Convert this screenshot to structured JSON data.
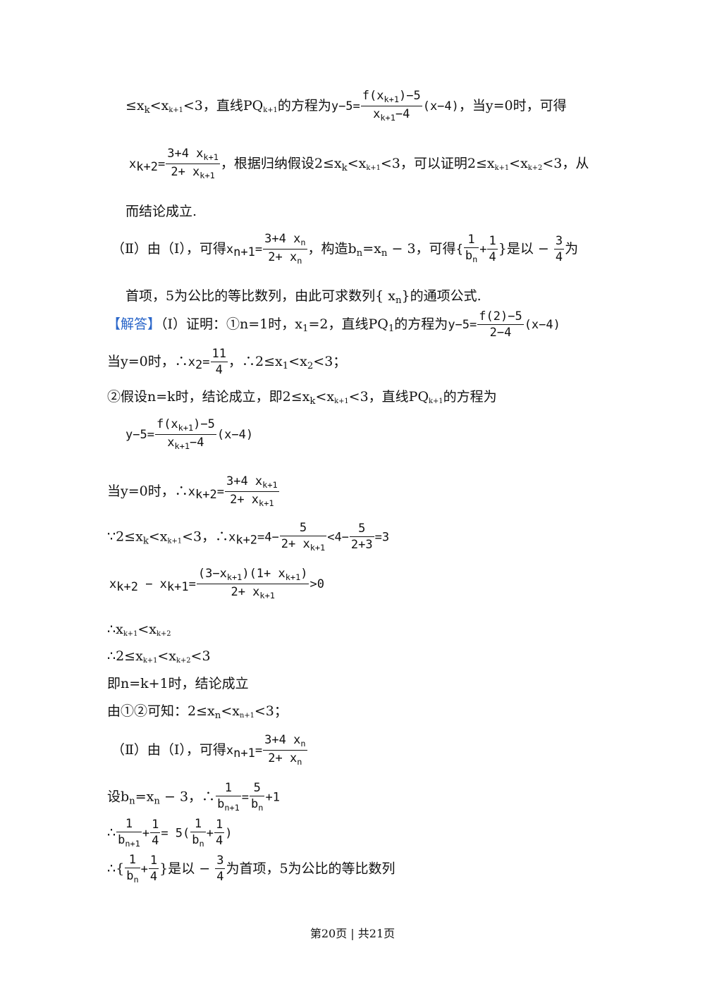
{
  "lines": {
    "l1_a": "≤x",
    "l1_b": "k",
    "l1_c": "<x",
    "l1_d": "k+1",
    "l1_e": "<3，直线PQ",
    "l1_f": "k+1",
    "l1_g": "的方程为",
    "l1_h": "y−5=",
    "l1_fn": "f(x",
    "l1_fn2": "k+1",
    "l1_fn3": ")−5",
    "l1_fd": "x",
    "l1_fd2": "k+1",
    "l1_fd3": "−4",
    "l1_i": "(x−4)",
    "l1_j": "，当y=0时，可得",
    "l2_a": "x",
    "l2_b": "k+2",
    "l2_c": "=",
    "l2_fn": "3+4 x",
    "l2_fn2": "k+1",
    "l2_fd": "2+ x",
    "l2_fd2": "k+1",
    "l2_d": "，根据归纳假设2≤x",
    "l2_e": "k",
    "l2_f": "<x",
    "l2_g": "k+1",
    "l2_h": "<3，可以证明2≤x",
    "l2_i": "k+1",
    "l2_j": "<x",
    "l2_k": "k+2",
    "l2_l": "<3，从",
    "l3": "而结论成立.",
    "l4_a": "（Ⅱ）由（Ⅰ），可得",
    "l4_b": "x",
    "l4_c": "n+1",
    "l4_d": "=",
    "l4_fn": "3+4 x",
    "l4_fn2": "n",
    "l4_fd": "2+ x",
    "l4_fd2": "n",
    "l4_e": "，构造b",
    "l4_f": "n",
    "l4_g": "=x",
    "l4_h": "n",
    "l4_i": " − 3，可得",
    "l4_j": "{",
    "l4_fn3": "1",
    "l4_fd3": "b",
    "l4_fd4": "n",
    "l4_k": "+",
    "l4_fn5": "1",
    "l4_fd5": "4",
    "l4_l": "}是以 − ",
    "l4_fn6": "3",
    "l4_fd6": "4",
    "l4_m": "为",
    "l5_a": "首项，5为公比的等比数列，由此可求数列{ x",
    "l5_b": "n",
    "l5_c": "}的通项公式.",
    "l6_tag": "【解答】",
    "l6_a": "（Ⅰ）证明：①n=1时，x",
    "l6_b": "1",
    "l6_c": "=2，直线PQ",
    "l6_d": "1",
    "l6_e": "的方程为",
    "l6_f": "y−5=",
    "l6_fn": "f(2)−5",
    "l6_fd": "2−4",
    "l6_g": "(x−4)",
    "l7_a": "当y=0时，∴",
    "l7_b": "x",
    "l7_c": "2",
    "l7_d": "=",
    "l7_fn": "11",
    "l7_fd": "4",
    "l7_e": "，∴2≤x",
    "l7_f": "1",
    "l7_g": "<x",
    "l7_h": "2",
    "l7_i": "<3；",
    "l8_a": "②假设n=k时，结论成立，即2≤x",
    "l8_b": "k",
    "l8_c": "<x",
    "l8_d": "k+1",
    "l8_e": "<3，直线PQ",
    "l8_f": "k+1",
    "l8_g": "的方程为",
    "l9_a": "y−5=",
    "l9_fn": "f(x",
    "l9_fn2": "k+1",
    "l9_fn3": ")−5",
    "l9_fd": "x",
    "l9_fd2": "k+1",
    "l9_fd3": "−4",
    "l9_b": "(x−4)",
    "l10_a": "当y=0时，∴",
    "l10_b": "x",
    "l10_c": "k+2",
    "l10_d": "=",
    "l10_fn": "3+4 x",
    "l10_fn2": "k+1",
    "l10_fd": "2+ x",
    "l10_fd2": "k+1",
    "l11_a": "∵2≤x",
    "l11_b": "k",
    "l11_c": "<x",
    "l11_d": "k+1",
    "l11_e": "<3，∴",
    "l11_f": "x",
    "l11_g": "k+2",
    "l11_h": "=4−",
    "l11_fn": "5",
    "l11_fd": "2+ x",
    "l11_fd2": "k+1",
    "l11_i": "<4−",
    "l11_fn3": "5",
    "l11_fd3": "2+3",
    "l11_j": "=3",
    "l12_a": "x",
    "l12_b": "k+2",
    "l12_c": " − x",
    "l12_d": "k+1",
    "l12_e": "=",
    "l12_fn": "(3−x",
    "l12_fn2": "k+1",
    "l12_fn3": ")(1+ x",
    "l12_fn4": "k+1",
    "l12_fn5": ")",
    "l12_fd": "2+ x",
    "l12_fd2": "k+1",
    "l12_f": ">0",
    "l13_a": "∴x",
    "l13_b": "k+1",
    "l13_c": "<x",
    "l13_d": "k+2",
    "l14_a": "∴2≤x",
    "l14_b": "k+1",
    "l14_c": "<x",
    "l14_d": "k+2",
    "l14_e": "<3",
    "l15": "即n=k+1时，结论成立",
    "l16_a": "由①②可知：2≤x",
    "l16_b": "n",
    "l16_c": "<x",
    "l16_d": "n+1",
    "l16_e": "<3；",
    "l17_a": "（Ⅱ）由（Ⅰ），可得",
    "l17_b": "x",
    "l17_c": "n+1",
    "l17_d": "=",
    "l17_fn": "3+4 x",
    "l17_fn2": "n",
    "l17_fd": "2+ x",
    "l17_fd2": "n",
    "l18_a": "设b",
    "l18_b": "n",
    "l18_c": "=x",
    "l18_d": "n",
    "l18_e": " − 3，∴",
    "l18_fn": "1",
    "l18_fd": "b",
    "l18_fd2": "n+1",
    "l18_f": "=",
    "l18_fn2": "5",
    "l18_fd3": "b",
    "l18_fd4": "n",
    "l18_g": "+1",
    "l19_a": "∴",
    "l19_fn": "1",
    "l19_fd": "b",
    "l19_fd2": "n+1",
    "l19_b": "+",
    "l19_fn2": "1",
    "l19_fd3": "4",
    "l19_c": "= 5(",
    "l19_fn3": "1",
    "l19_fd4": "b",
    "l19_fd5": "n",
    "l19_d": "+",
    "l19_fn4": "1",
    "l19_fd6": "4",
    "l19_e": ")",
    "l20_a": "∴{",
    "l20_fn": "1",
    "l20_fd": "b",
    "l20_fd2": "n",
    "l20_b": "+",
    "l20_fn2": "1",
    "l20_fd3": "4",
    "l20_c": "}是以 − ",
    "l20_fn3": "3",
    "l20_fd4": "4",
    "l20_d": "为首项，5为公比的等比数列"
  },
  "footer": {
    "page": "第20页 | 共21页"
  }
}
